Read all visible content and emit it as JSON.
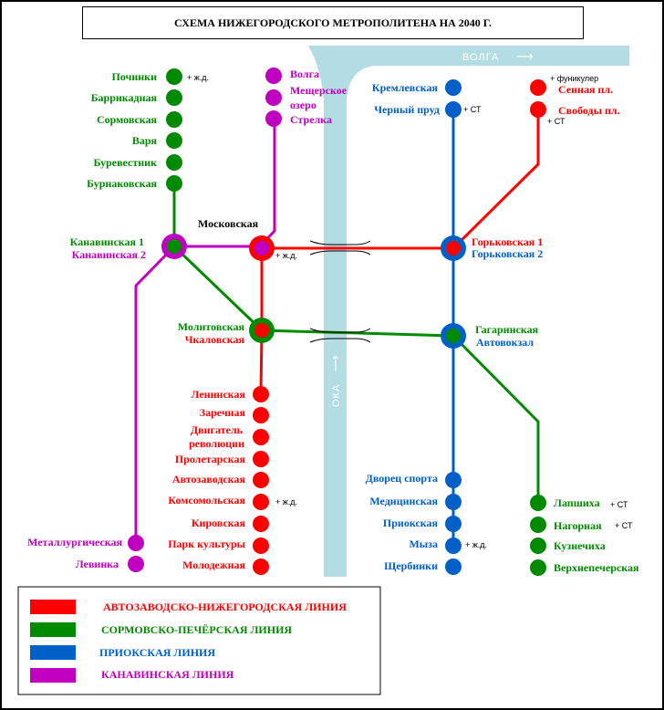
{
  "title": "СХЕМА НИЖЕГОРОДСКОГО МЕТРОПОЛИТЕНА НА 2040 Г.",
  "colors": {
    "red": "#ff0000",
    "green": "#008a00",
    "blue": "#0060c8",
    "purple": "#c000c0",
    "river": "#b3dde3"
  },
  "rivers": {
    "volga": "ВОЛГА",
    "oka": "ОКА",
    "arrow": "⟶"
  },
  "notes": {
    "rail": "+ ж.д.",
    "st": "+ СТ",
    "funicular": "+ фуникулер"
  },
  "stations": {
    "pochinki": "Починки",
    "barrikadnaya": "Баррикадная",
    "sormovskaya": "Сормовская",
    "varya": "Варя",
    "burevestnik": "Буревестник",
    "burnakovskaya": "Бурнаковская",
    "volga": "Волга",
    "meshcherskoe_1": "Мещерское",
    "meshcherskoe_2": "озеро",
    "strelka": "Стрелка",
    "kremlevskaya": "Кремлевская",
    "cherny_prud": "Черный пруд",
    "sennaya": "Сенная пл.",
    "svobody": "Свободы пл.",
    "moskovskaya": "Московская",
    "kanavinskaya1": "Канавинская 1",
    "kanavinskaya2": "Канавинская 2",
    "gorkovskaya1": "Горьковская 1",
    "gorkovskaya2": "Горьковская 2",
    "moligovskaya": "Молитовская",
    "chkalovskaya": "Чкаловская",
    "gagarinskaya": "Гагаринская",
    "avtovokzal": "Автовокзал",
    "leninskaya": "Ленинская",
    "zarechnaya": "Заречная",
    "dvigatel_1": "Двигатель",
    "dvigatel_2": "революции",
    "proletarskaya": "Пролетарская",
    "avtozavodskaya": "Автозаводская",
    "komsomolskaya": "Комсомольская",
    "kirovskaya": "Кировская",
    "park_kultury": "Парк культуры",
    "molodezhnaya": "Молодежная",
    "metallurgicheskaya": "Металлургическая",
    "levinka": "Левинка",
    "dvorets_sporta": "Дворец спорта",
    "meditsinskaya": "Медицинская",
    "priokskaya": "Приокская",
    "myza": "Мыза",
    "shcherbinki": "Щербинки",
    "lapshikha": "Лапшиха",
    "nagornaya": "Нагорная",
    "kuznechikha": "Кузнечиха",
    "verkhnepecherskaya": "Верхнепечерская"
  },
  "legend": {
    "red": "АВТОЗАВОДСКО-НИЖЕГОРОДСКАЯ ЛИНИЯ",
    "green": "СОРМОВСКО-ПЕЧЁРСКАЯ ЛИНИЯ",
    "blue": "ПРИОКСКАЯ ЛИНИЯ",
    "purple": "КАНАВИНСКАЯ ЛИНИЯ"
  }
}
